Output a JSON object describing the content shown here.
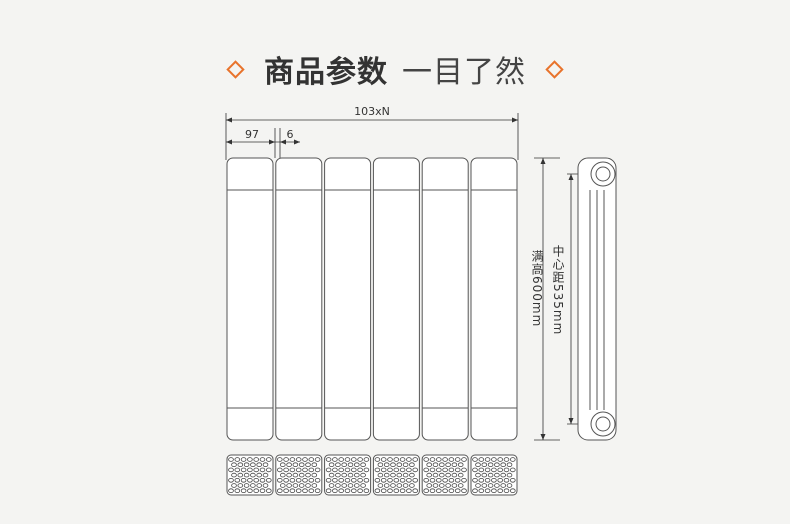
{
  "title": {
    "main": "商品参数",
    "sub": "一目了然",
    "accent_color": "#e8732c",
    "icon": "diamond-icon"
  },
  "dimensions": {
    "total_width": "103xN",
    "column_width": "97",
    "gap": "6",
    "center_distance": "中心距535mm",
    "full_height": "满高600mm"
  },
  "radiator": {
    "column_count": 6
  }
}
